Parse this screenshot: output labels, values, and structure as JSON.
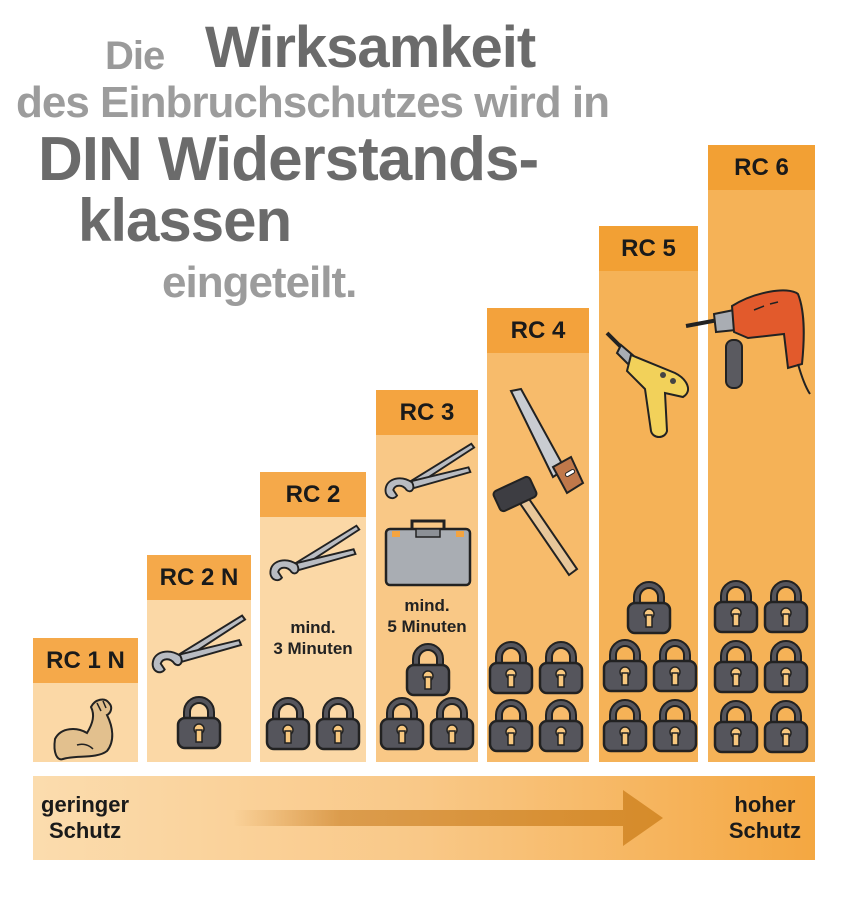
{
  "title": {
    "line1_small": "Die",
    "line1_big": "Wirksamkeit",
    "line2": "des Einbruchschutzes wird in",
    "line3": "DIN Widerstands-",
    "line4": "klassen",
    "line5": "eingeteilt."
  },
  "classes": [
    {
      "label": "RC 1 N",
      "tool": "muscle-arm",
      "locks": 0,
      "note": ""
    },
    {
      "label": "RC 2 N",
      "tool": "pliers",
      "locks": 1,
      "note": ""
    },
    {
      "label": "RC 2",
      "tool": "pliers",
      "locks": 2,
      "note_line1": "mind.",
      "note_line2": "3 Minuten"
    },
    {
      "label": "RC 3",
      "tool": "pliers-and-toolbox",
      "locks": 3,
      "note_line1": "mind.",
      "note_line2": "5 Minuten"
    },
    {
      "label": "RC 4",
      "tool": "saw-and-hammer",
      "locks": 4,
      "note": ""
    },
    {
      "label": "RC 5",
      "tool": "cordless-drill",
      "locks": 5,
      "note": ""
    },
    {
      "label": "RC 6",
      "tool": "power-drill",
      "locks": 6,
      "note": ""
    }
  ],
  "scale": {
    "left_line1": "geringer",
    "left_line2": "Schutz",
    "right_line1": "hoher",
    "right_line2": "Schutz"
  },
  "colors": {
    "header_orange": "#f5a94a",
    "light_bar": "#fbd8a6",
    "dark_bar": "#f5b257",
    "lock": "#55555c",
    "title_dark": "#6b6b6b",
    "title_light": "#9c9c9c"
  }
}
